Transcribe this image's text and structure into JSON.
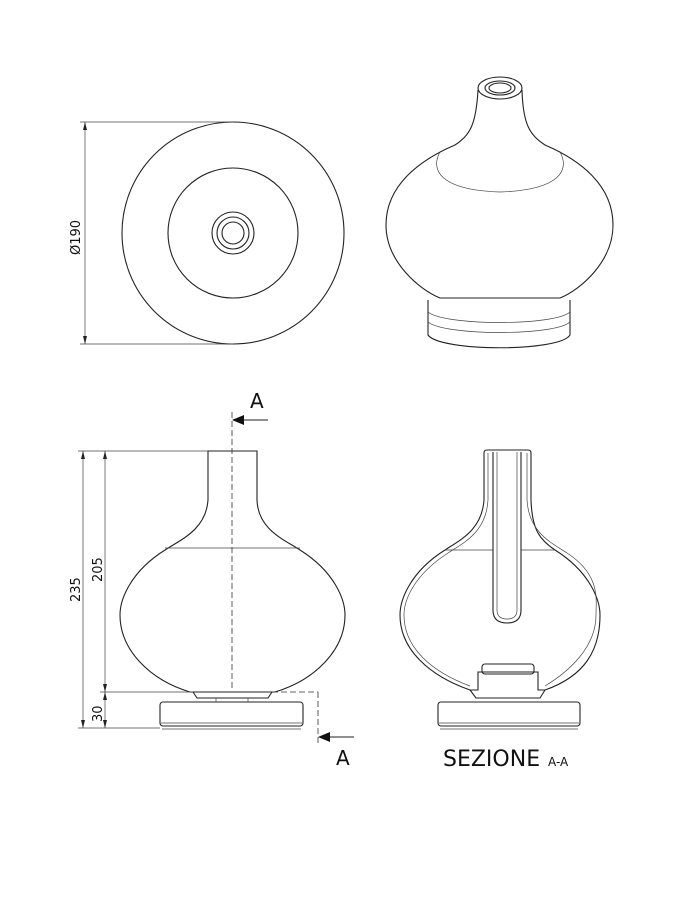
{
  "dimensions": {
    "diameter": "Ø190",
    "total_height": "235",
    "body_height": "205",
    "base_height": "30"
  },
  "section_marks": {
    "top": "A",
    "bottom": "A"
  },
  "section_label": {
    "title": "SEZIONE",
    "suffix": "A-A"
  }
}
